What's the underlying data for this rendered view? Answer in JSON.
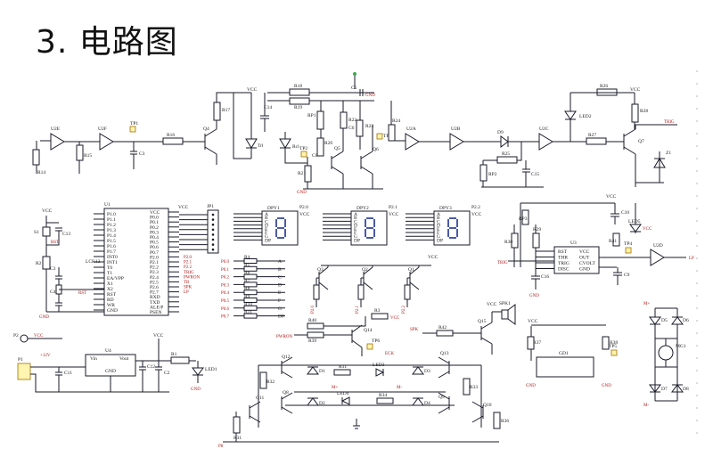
{
  "title": "3. 电路图",
  "colors": {
    "wire": "#1a1a2a",
    "net_label": "#b01818",
    "segment": "#4a5aa8",
    "testpoint": "#fff4b0"
  },
  "labels": {
    "vcc": "VCC",
    "gnd": "GND",
    "trig": "TRIG",
    "rst": "RST",
    "lp": "LP",
    "spk": "SPK",
    "pwron": "PWRON",
    "ecx": "ECK",
    "plus12v": "+12V",
    "u1": "U1",
    "u2e": "U2E",
    "u2f": "U2F",
    "u2a": "U2A",
    "u2b": "U2B",
    "u2c": "U2C",
    "u2d": "U2D",
    "u3": "U3",
    "u4": "U4",
    "jp1": "JP1",
    "p1": "P1",
    "p2": "P2",
    "dpy1": "DPY1",
    "dpy2": "DPY2",
    "dpy3": "DPY3",
    "q1": "Q1",
    "q2": "Q2",
    "q3": "Q3",
    "q4": "Q4",
    "q5": "Q5",
    "q6": "Q6",
    "q7": "Q7",
    "q8": "Q8",
    "q9": "Q9",
    "q10": "Q10",
    "q11": "Q11",
    "q12": "Q12",
    "q13": "Q13",
    "q14": "Q14",
    "q15": "Q15",
    "r1": "R1",
    "r2": "R2",
    "r3": "R3",
    "r16": "R16",
    "r17": "R17",
    "r18": "R18",
    "r19": "R19",
    "r20": "R20",
    "r21": "R21",
    "r22": "R22",
    "r23": "R23",
    "r24": "R24",
    "r25": "R25",
    "r26": "R26",
    "r27": "R27",
    "r28": "R28",
    "r29": "R29",
    "r30": "R30",
    "r31": "R31",
    "r32": "R32",
    "r33": "R33",
    "r34": "R34",
    "r35": "R35",
    "r36": "R36",
    "r37": "R37",
    "r38": "R38",
    "r39": "R39",
    "r40": "R40",
    "r41": "R41",
    "r42": "R42",
    "r14": "R14",
    "r15": "R15",
    "rp1": "RP1",
    "rp2": "RP2",
    "rp3": "RP3",
    "c1": "C1",
    "c2": "C2",
    "c3": "C3",
    "c4": "C4",
    "c5": "C5",
    "c8": "C8",
    "c9": "C9",
    "c10": "C10",
    "c11": "C11",
    "c12": "C12",
    "c13": "C13",
    "c14": "C14",
    "c15": "C15",
    "c16": "C16",
    "d1": "D1",
    "d2": "D2",
    "d3": "D3",
    "d4": "D4",
    "d5": "D5",
    "d6": "D6",
    "d7": "D7",
    "d8": "D8",
    "d9": "D9",
    "led1": "LED1",
    "led2": "LED2",
    "led3": "LED3",
    "led4": "LED4",
    "led5": "LED5",
    "tp1": "TP1",
    "tp2": "TP2",
    "tp3": "TP3",
    "tp4": "TP4",
    "tp5": "TP5",
    "tp6": "TP6",
    "mg1": "MG1",
    "spk1": "SPK1",
    "gd1": "GD1",
    "s1": "S1",
    "z1": "Z1",
    "vin": "Vin",
    "vout": "Vout",
    "m_plus": "M+",
    "m_minus": "M-"
  },
  "u1_pins_left": [
    "P1.0",
    "P1.1",
    "P1.2",
    "P1.3",
    "P1.4",
    "P1.5",
    "P1.6",
    "P1.7",
    "INT0",
    "INT1",
    "T0",
    "T1",
    "EA/VPP",
    "X1",
    "X2",
    "RST",
    "RD",
    "WR",
    "GND"
  ],
  "u1_pins_right": [
    "VCC",
    "P0.0",
    "P0.1",
    "P0.2",
    "P0.3",
    "P0.4",
    "P0.5",
    "P0.6",
    "P0.7",
    "P2.0",
    "P2.1",
    "P2.2",
    "P2.3",
    "P2.4",
    "P2.5",
    "P2.6",
    "P2.7",
    "RXD",
    "TXD",
    "ALE/P",
    "PSEN"
  ],
  "u1_net_labels": [
    "P2.0",
    "P2.1",
    "P2.2",
    "TRIG",
    "PWRON",
    "TR",
    "SPK",
    "LP"
  ],
  "segment_ports": [
    "P0.0",
    "P0.1",
    "P0.2",
    "P0.3",
    "P0.4",
    "P0.5",
    "P0.6",
    "P0.7"
  ],
  "segment_letters": [
    "A",
    "B",
    "C",
    "D",
    "E",
    "F",
    "G",
    "DP"
  ],
  "u3_pins_left": [
    "RST",
    "THR",
    "TRIG",
    "DISC"
  ],
  "u3_pins_right": [
    "VCC",
    "OUT",
    "CVOLT",
    "GND"
  ],
  "digit_ports": [
    "P2.0",
    "P2.1",
    "P2.2"
  ],
  "lbls": {
    "rst": "RST",
    "p0_0": "P0.0",
    "p0_1": "P0.1",
    "p0_2": "P0.2",
    "p0_3": "P0.3",
    "p0_4": "P0.4",
    "p0_5": "P0.5",
    "p0_6": "P0.6",
    "p0_7": "P0.7",
    "p2_0": "P2.0",
    "p2_1": "P2.1",
    "p2_2": "P2.2",
    "a": "A",
    "b": "B",
    "c": "C",
    "d": "D",
    "e": "E",
    "f": "F",
    "g": "G",
    "dp": "DP",
    "vcc": "VCC",
    "gnd": "GND",
    "vin": "Vin",
    "vout": "Vout",
    "trig": "TRIG",
    "lp": "LP",
    "spk": "SPK",
    "pwron": "PWRON",
    "eck": "ECK",
    "m_plus": "M+",
    "m_minus": "M-"
  }
}
